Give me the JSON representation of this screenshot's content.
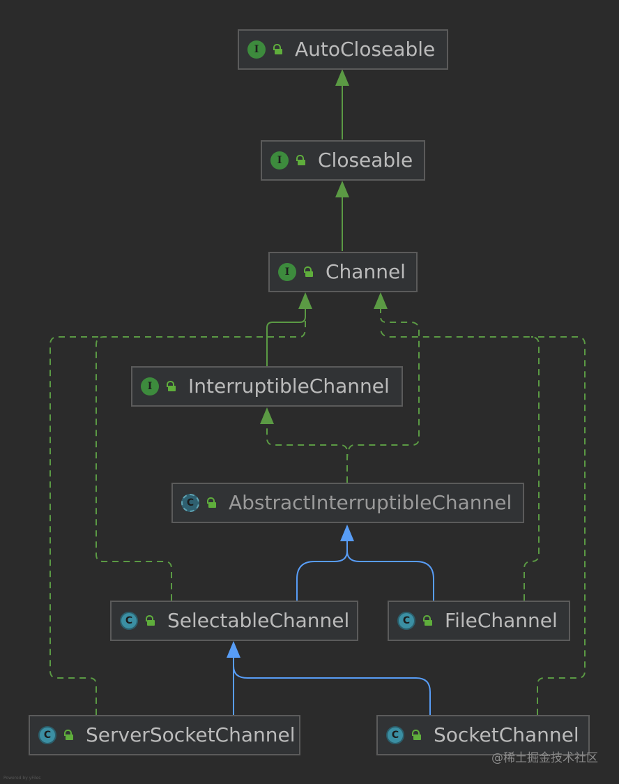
{
  "nodes": [
    {
      "id": "AutoCloseable",
      "label": "AutoCloseable",
      "kind": "interface",
      "kind_letter": "I",
      "icon": "interface-icon",
      "access_icon": "unlocked-icon"
    },
    {
      "id": "Closeable",
      "label": "Closeable",
      "kind": "interface",
      "kind_letter": "I",
      "icon": "interface-icon",
      "access_icon": "unlocked-icon"
    },
    {
      "id": "Channel",
      "label": "Channel",
      "kind": "interface",
      "kind_letter": "I",
      "icon": "interface-icon",
      "access_icon": "unlocked-icon"
    },
    {
      "id": "InterruptibleChannel",
      "label": "InterruptibleChannel",
      "kind": "interface",
      "kind_letter": "I",
      "icon": "interface-icon",
      "access_icon": "unlocked-icon"
    },
    {
      "id": "AbstractInterruptibleChannel",
      "label": "AbstractInterruptibleChannel",
      "kind": "abstract-class",
      "kind_letter": "C",
      "icon": "abstract-class-icon",
      "access_icon": "unlocked-icon"
    },
    {
      "id": "SelectableChannel",
      "label": "SelectableChannel",
      "kind": "class",
      "kind_letter": "C",
      "icon": "class-icon",
      "access_icon": "unlocked-icon"
    },
    {
      "id": "FileChannel",
      "label": "FileChannel",
      "kind": "class",
      "kind_letter": "C",
      "icon": "class-icon",
      "access_icon": "unlocked-icon"
    },
    {
      "id": "ServerSocketChannel",
      "label": "ServerSocketChannel",
      "kind": "class",
      "kind_letter": "C",
      "icon": "class-icon",
      "access_icon": "unlocked-icon"
    },
    {
      "id": "SocketChannel",
      "label": "SocketChannel",
      "kind": "class",
      "kind_letter": "C",
      "icon": "class-icon",
      "access_icon": "unlocked-icon"
    }
  ],
  "edges": [
    {
      "from": "Closeable",
      "to": "AutoCloseable",
      "type": "extends-interface"
    },
    {
      "from": "Channel",
      "to": "Closeable",
      "type": "extends-interface"
    },
    {
      "from": "InterruptibleChannel",
      "to": "Channel",
      "type": "extends-interface"
    },
    {
      "from": "AbstractInterruptibleChannel",
      "to": "InterruptibleChannel",
      "type": "implements"
    },
    {
      "from": "AbstractInterruptibleChannel",
      "to": "Channel",
      "type": "implements"
    },
    {
      "from": "SelectableChannel",
      "to": "AbstractInterruptibleChannel",
      "type": "extends-class"
    },
    {
      "from": "FileChannel",
      "to": "AbstractInterruptibleChannel",
      "type": "extends-class"
    },
    {
      "from": "SelectableChannel",
      "to": "Channel",
      "type": "implements"
    },
    {
      "from": "FileChannel",
      "to": "Channel",
      "type": "implements"
    },
    {
      "from": "ServerSocketChannel",
      "to": "SelectableChannel",
      "type": "extends-class"
    },
    {
      "from": "SocketChannel",
      "to": "SelectableChannel",
      "type": "extends-class"
    },
    {
      "from": "ServerSocketChannel",
      "to": "Channel",
      "type": "implements"
    },
    {
      "from": "SocketChannel",
      "to": "Channel",
      "type": "implements"
    }
  ],
  "colors": {
    "background": "#2b2b2b",
    "interface_edge": "#5b9a44",
    "implements_edge": "#5b9a44",
    "class_edge": "#589df6",
    "node_border": "#5b5b5b",
    "node_fill": "#313335",
    "text": "#bbbbbb"
  },
  "watermark": "@稀土掘金技术社区",
  "footer": "Powered by yFiles"
}
